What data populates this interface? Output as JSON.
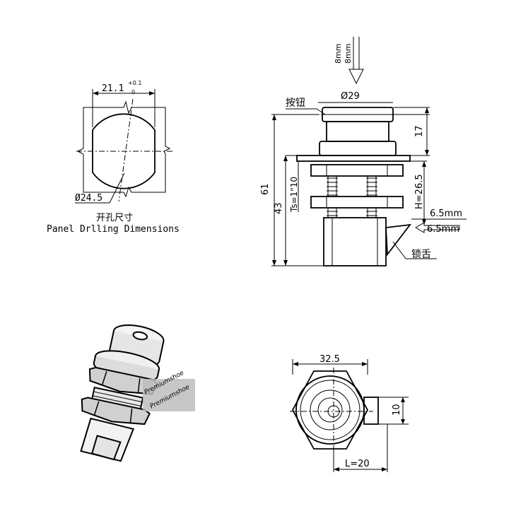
{
  "hole_view": {
    "width_dim": "21.1",
    "width_tol_upper": "+0.1",
    "width_tol_lower": "0",
    "diameter_dim": "Ø24.5",
    "label_cn": "开孔尺寸",
    "label_en": "Panel Drlling Dimensions"
  },
  "side_view": {
    "push_stroke_1": "8mm",
    "push_stroke_2": "8mm",
    "button_label": "按钮",
    "head_diameter": "Ø29",
    "head_height": "17",
    "overall_length": "61",
    "body_length": "43",
    "thread_spec": "Ts=1\"10",
    "h_range": "H=26.5",
    "latch_travel_1": "6.5mm",
    "latch_travel_2": "6.5mm",
    "latch_label": "锁舌"
  },
  "photo": {
    "watermark": "Premiumshoe"
  },
  "bottom_view": {
    "nut_width": "32.5",
    "latch_width": "10",
    "latch_length": "L=20"
  }
}
